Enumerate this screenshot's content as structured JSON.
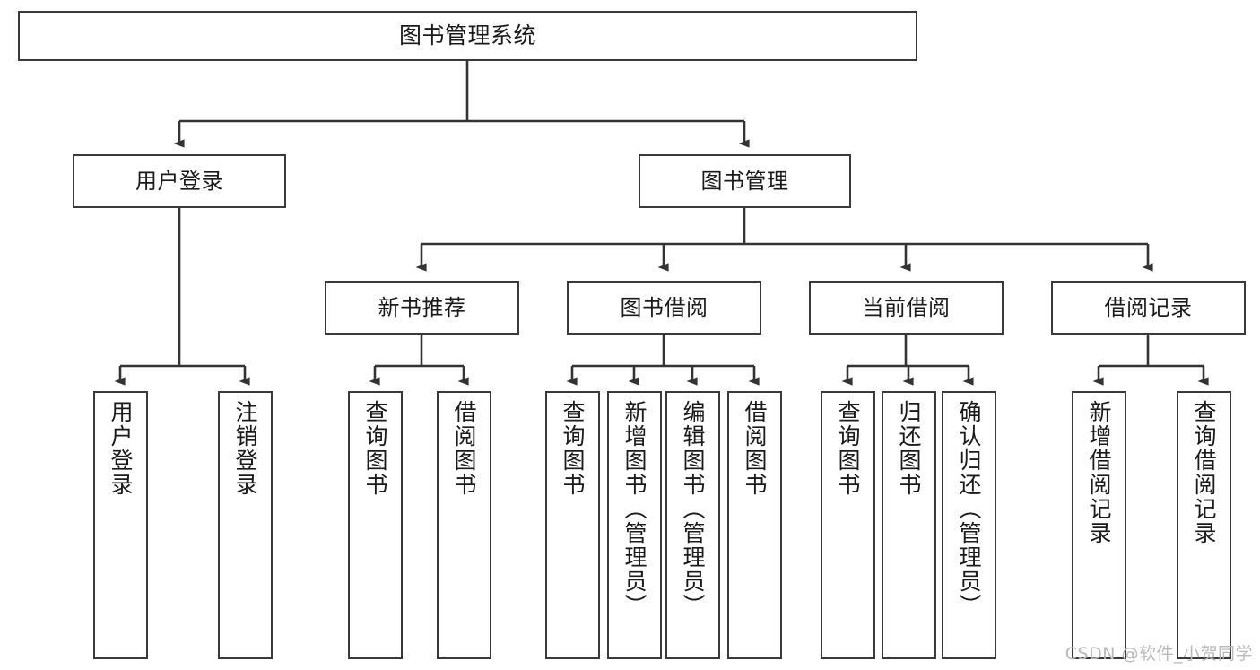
{
  "diagram": {
    "type": "tree-hierarchy",
    "title": "图书管理系统",
    "orientation": "top-down",
    "colors": {
      "node_border": "#3a3a3a",
      "node_fill": "#ffffff",
      "edge": "#333333",
      "text": "#1a1a1a",
      "watermark": "#b9b9b9",
      "background": "#ffffff"
    },
    "nodes": {
      "root": {
        "label": "图书管理系统",
        "level": 1
      },
      "level2": [
        {
          "label": "用户登录",
          "level": 2
        },
        {
          "label": "图书管理",
          "level": 2
        }
      ],
      "level3": [
        {
          "label": "新书推荐",
          "level": 3
        },
        {
          "label": "图书借阅",
          "level": 3
        },
        {
          "label": "当前借阅",
          "level": 3
        },
        {
          "label": "借阅记录",
          "level": 3
        }
      ],
      "leaves": {
        "用户登录": [
          {
            "label": "用户登录"
          },
          {
            "label": "注销登录"
          }
        ],
        "新书推荐": [
          {
            "label": "查询图书"
          },
          {
            "label": "借阅图书"
          }
        ],
        "图书借阅": [
          {
            "label": "查询图书"
          },
          {
            "label": "新增图书（管理员）"
          },
          {
            "label": "编辑图书（管理员）"
          },
          {
            "label": "借阅图书"
          }
        ],
        "当前借阅": [
          {
            "label": "查询图书"
          },
          {
            "label": "归还图书"
          },
          {
            "label": "确认归还（管理员）"
          }
        ],
        "借阅记录": [
          {
            "label": "新增借阅记录"
          },
          {
            "label": "查询借阅记录"
          }
        ]
      }
    },
    "watermark": "CSDN @软件_小贺同学"
  }
}
